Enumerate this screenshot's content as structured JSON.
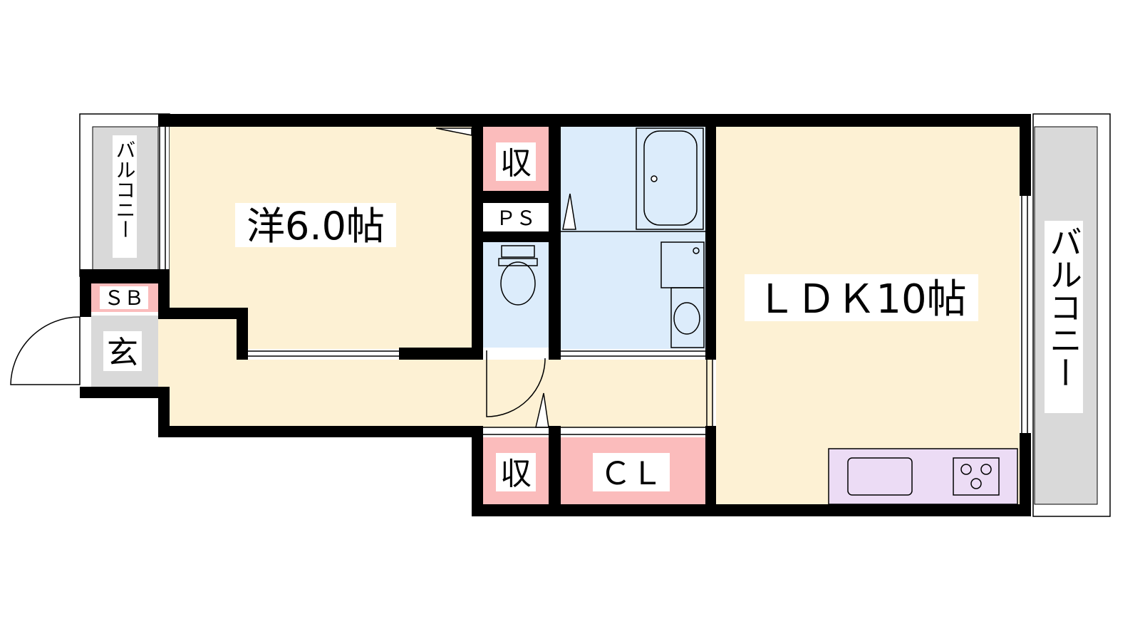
{
  "floorplan": {
    "rooms": {
      "western": {
        "label": "洋6.0帖",
        "color": "#fdf1d4"
      },
      "ldk": {
        "label": "ＬＤＫ10帖",
        "color": "#fdf1d4"
      },
      "entrance": {
        "label": "玄",
        "color": "#d9d9d9"
      },
      "shoebox": {
        "label": "ＳＢ",
        "color": "#fbbcbc"
      },
      "storage_top": {
        "label": "収",
        "color": "#fbbcbc"
      },
      "storage_bottom": {
        "label": "収",
        "color": "#fbbcbc"
      },
      "closet": {
        "label": "ＣＬ",
        "color": "#fbbcbc"
      },
      "pipe_space": {
        "label": "ＰＳ",
        "color": "#ffffff"
      },
      "balcony_left": {
        "label": "バルコニー",
        "color": "#d9d9d9"
      },
      "balcony_right": {
        "label": "バルコニー",
        "color": "#d9d9d9"
      }
    },
    "colors": {
      "wet_area": "#dcecfb",
      "kitchen": "#ecdcf5",
      "wall": "#000000"
    }
  }
}
